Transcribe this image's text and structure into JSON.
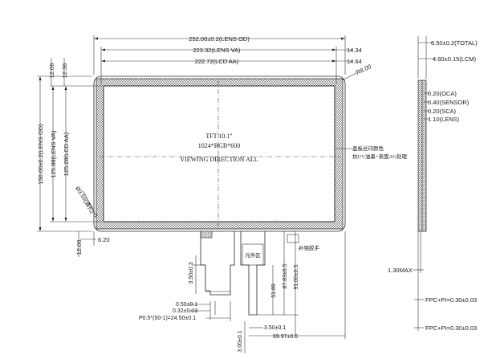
{
  "dimensions": {
    "lens_od_width": "252.00±0.2(LENS OD)",
    "lens_va_width": "223.32(LENS VA)",
    "lcd_aa_width": "222.72(LCD AA)",
    "right_margin_va": "14.34",
    "right_margin_aa": "14.64",
    "corner_radius": "R8.00",
    "top_margin_va": "12.06",
    "top_margin_aa": "12.36",
    "lens_od_height": "150.00±0.2(LENS OD)",
    "lens_va_height": "125.88(LENS VA)",
    "lcd_aa_height": "125.28(LCD AA)",
    "hole": "Ø3.50(通孔)",
    "bottom_margin": "12.00",
    "left_margin": "6.20",
    "fpc_width_top": "3.50±0.3",
    "fpc_gap_1": "0.50±0.1",
    "fpc_gap_2": "0.32±0.03",
    "fpc_pitch": "P0.5*(50-1)=24.50±0.1",
    "fpc_height_1": "51.89",
    "fpc_height_2": "87.83±0.5",
    "fpc_height_3": "91.00±0.5",
    "fpc_tab_width": "3.50±0.1",
    "fpc_bottom": "3.00±0.1",
    "fpc_offset": "69.97±0.5"
  },
  "labels": {
    "tft_size": "TFT 10.1\"",
    "resolution": "1024*RGB*600",
    "viewing": "VIEWING DIRECTION ALL",
    "cover_note_1": "盖板丝印颜色",
    "cover_note_2": "抗UV油墨+表面AG处理",
    "component_area": "元件区",
    "stiffener": "补强胶手"
  },
  "side_view": {
    "total": "6.50±0.2(TOTAL)",
    "lcm": "4.60±0.15(LCM)",
    "oca": "0.20(OCA)",
    "sensor": "0.40(SENSOR)",
    "sca": "0.20(SCA)",
    "lens": "1.10(LENS)",
    "max": "1.30MAX",
    "fpc_pi_1": "FPC+PI=0.30±0.03",
    "fpc_pi_2": "FPC+PI=0.30±0.03"
  }
}
